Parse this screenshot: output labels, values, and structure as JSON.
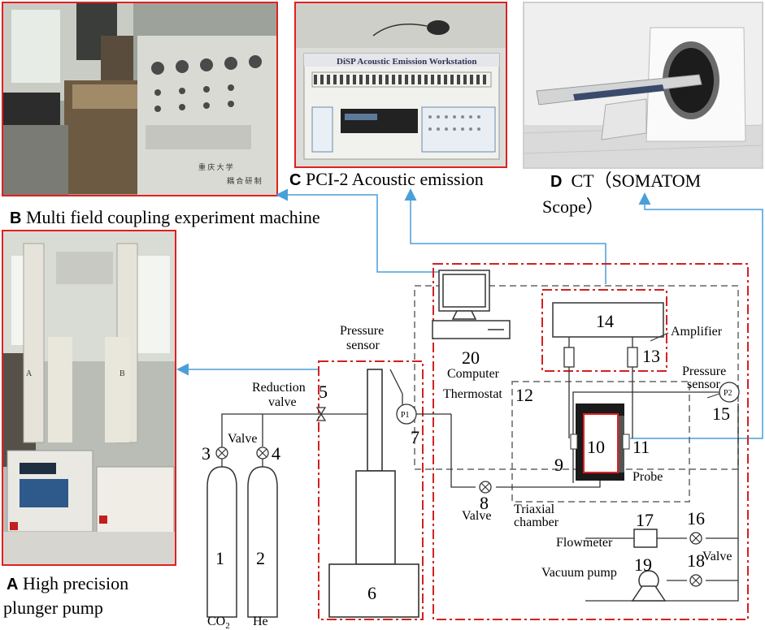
{
  "photos": {
    "B": {
      "letter": "B",
      "title": "Multi field coupling  experiment machine"
    },
    "C": {
      "letter": "C",
      "title": "PCI-2 Acoustic emission"
    },
    "D": {
      "letter": "D",
      "title_line1": "CT（SOMATOM",
      "title_line2": "Scope）"
    },
    "A": {
      "letter": "A",
      "title_line1": "High precision",
      "title_line2": "plunger pump"
    }
  },
  "device_text": {
    "ae_header": "DiSP  Acoustic Emission Workstation",
    "machine_label_1": "重 庆 大 学",
    "machine_label_2": "耦 合 研 制",
    "pump_a": "A",
    "pump_b": "B"
  },
  "numbers": {
    "n1": "1",
    "n2": "2",
    "n3": "3",
    "n4": "4",
    "n5": "5",
    "n6": "6",
    "n7": "7",
    "n8": "8",
    "n9": "9",
    "n10": "10",
    "n11": "11",
    "n12": "12",
    "n13": "13",
    "n14": "14",
    "n15": "15",
    "n16": "16",
    "n17": "17",
    "n18": "18",
    "n19": "19",
    "n20": "20"
  },
  "labels": {
    "pressure_sensor_1a": "Pressure",
    "pressure_sensor_1b": "sensor",
    "reduction_a": "Reduction",
    "reduction_b": "valve",
    "valve_top": "Valve",
    "valve_8": "Valve",
    "valve_right": "Valve",
    "computer": "Computer",
    "thermostat": "Thermostat",
    "amplifier": "Amplifier",
    "pressure_sensor_2a": "Pressure",
    "pressure_sensor_2b": "sensor",
    "probe": "Probe",
    "triaxial_a": "Triaxial",
    "triaxial_b": "chamber",
    "flowmeter": "Flowmeter",
    "vacuum_pump": "Vacuum pump",
    "p1": "P1",
    "p2": "P2",
    "gas_1_main": "CO",
    "gas_1_sub": "2",
    "gas_2": "He"
  },
  "colors": {
    "photo_border": "#e02020",
    "dash_red": "#d42020",
    "arrow_blue": "#4a9fd8",
    "chamber_red": "#e02020"
  }
}
